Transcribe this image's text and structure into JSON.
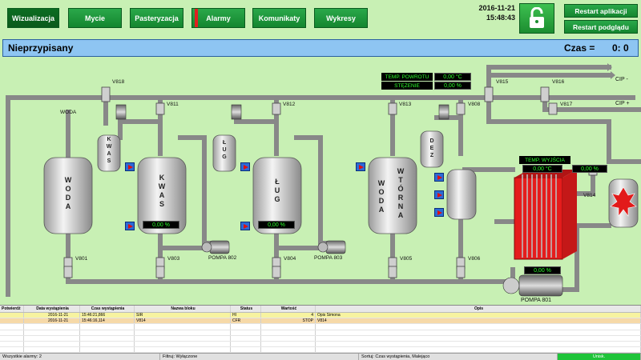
{
  "nav": {
    "tabs": [
      {
        "label": "Wizualizacja"
      },
      {
        "label": "Mycie"
      },
      {
        "label": "Pasteryzacja"
      },
      {
        "label": "Alarmy"
      },
      {
        "label": "Komunikaty"
      },
      {
        "label": "Wykresy"
      }
    ]
  },
  "header": {
    "date": "2016-11-21",
    "time": "15:48:43",
    "restart_app": "Restart aplikacji",
    "restart_preview": "Restart podglądu"
  },
  "titlebar": {
    "program": "Nieprzypisany",
    "czas_label": "Czas =",
    "czas_value": "0:  0"
  },
  "process": {
    "tanks": {
      "woda": "W\nO\nD\nA",
      "kwas": "K\nW\nA\nS",
      "lug": "Ł\nU\nG",
      "woda_wtorna": "W\nO\nD\nA",
      "wtorna": "W\nT\nÓ\nR\nN\nA",
      "kwas_small": "K\nW\nA\nS",
      "lug_small": "Ł\nU\nG",
      "dez": "D\nE\nZ"
    },
    "valves": {
      "v818": "V818",
      "v811": "V811",
      "v812": "V812",
      "v813": "V813",
      "v808": "V808",
      "v815": "V815",
      "v816": "V816",
      "v817": "V817",
      "v814": "V814",
      "v801": "V801",
      "v803": "V803",
      "v804": "V804",
      "v805": "V805",
      "v806": "V806"
    },
    "labels": {
      "woda_top": "WODA",
      "cip_minus": "CIP -",
      "cip_plus": "CIP +",
      "pompa802": "POMPA 802",
      "pompa803": "POMPA 803",
      "pompa801": "POMPA 801"
    },
    "displays": {
      "temp_powrotu_label": "TEMP. POWROTU",
      "temp_powrotu_value": "0,00 °C",
      "stezenie_label": "STĘŻENIE",
      "stezenie_value": "0,00 %",
      "temp_wyjscia_label": "TEMP. WYJŚCIA",
      "temp_wyjscia_value": "0,00 °C",
      "v814_pct": "0,00 %",
      "kwas_level": "0,00 %",
      "lug_level": "0,00 %",
      "pompa801_pct": "0,00 %"
    }
  },
  "alarms": {
    "columns": [
      "Potwierdź",
      "Data wystąpienia",
      "Czas wystąpienia",
      "Nazwa bloku",
      "Status",
      "Wartość",
      "Opis"
    ],
    "rows": [
      {
        "potw": "",
        "date": "2016-11-21",
        "time": "15:46:21,866",
        "block": "SIR",
        "status": "HI",
        "value": "4",
        "desc": "Opis Simona"
      },
      {
        "potw": "",
        "date": "2016-11-21",
        "time": "15:46:16,114",
        "block": "V814",
        "status": "CFR",
        "value": "STOP",
        "desc": "V814"
      }
    ]
  },
  "statusbar": {
    "count": "Wszystkie alarmy: 2",
    "filter": "Filtruj: Wyłączone",
    "sort": "Sortuj: Czas wystąpienia, Malejąco",
    "btn": "Unisk."
  }
}
